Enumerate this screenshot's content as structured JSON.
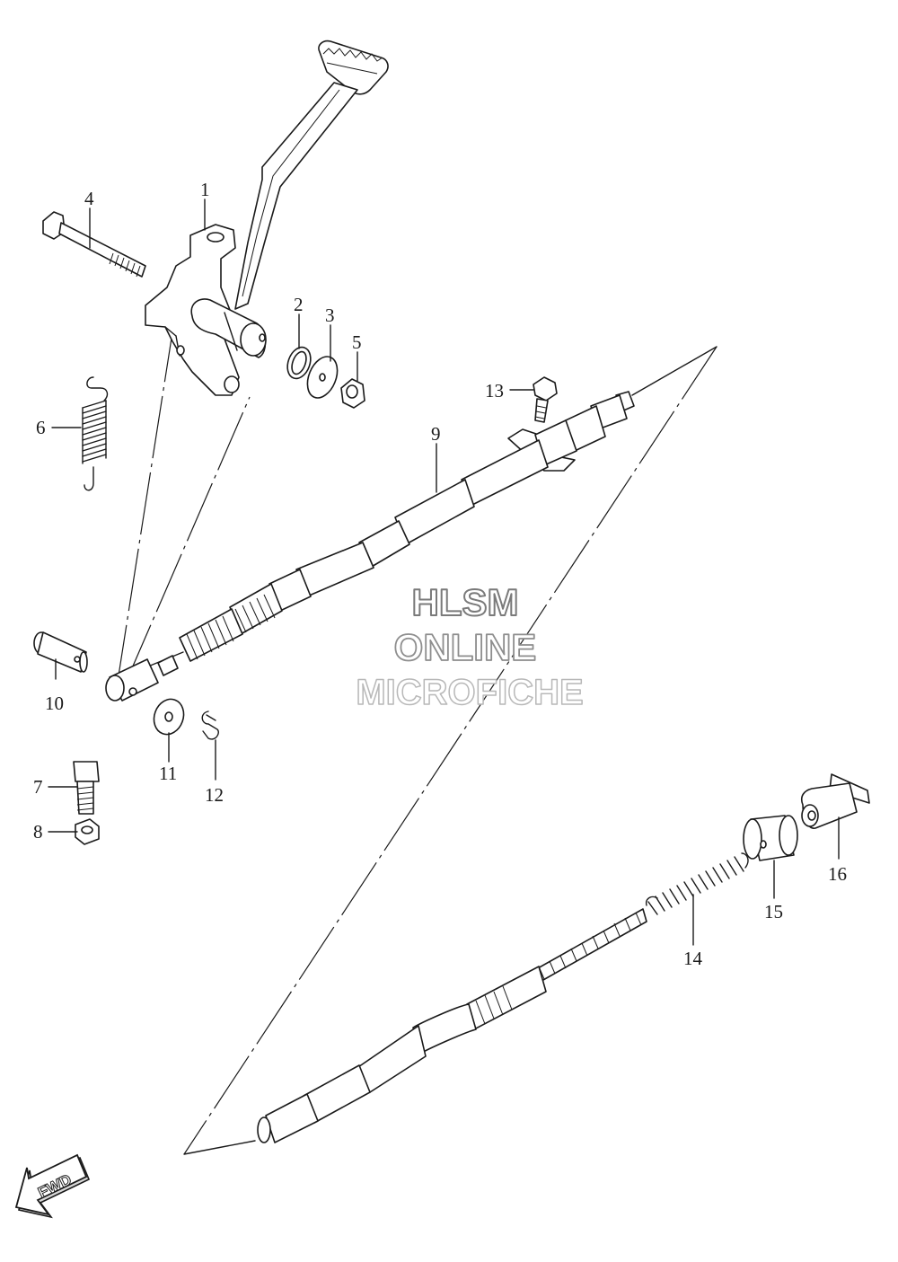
{
  "callouts": [
    {
      "id": "1",
      "label": "1"
    },
    {
      "id": "2",
      "label": "2"
    },
    {
      "id": "3",
      "label": "3"
    },
    {
      "id": "4",
      "label": "4"
    },
    {
      "id": "5",
      "label": "5"
    },
    {
      "id": "6",
      "label": "6"
    },
    {
      "id": "7",
      "label": "7"
    },
    {
      "id": "8",
      "label": "8"
    },
    {
      "id": "9",
      "label": "9"
    },
    {
      "id": "10",
      "label": "10"
    },
    {
      "id": "11",
      "label": "11"
    },
    {
      "id": "12",
      "label": "12"
    },
    {
      "id": "13",
      "label": "13"
    },
    {
      "id": "14",
      "label": "14"
    },
    {
      "id": "15",
      "label": "15"
    },
    {
      "id": "16",
      "label": "16"
    }
  ],
  "watermark": {
    "line1": "HLSM",
    "line2": "ONLINE",
    "line3": "MICROFICHE"
  },
  "direction_arrow": {
    "label": "FWD"
  },
  "colors": {
    "ink": "#1a1a1a",
    "background": "#ffffff",
    "watermark_outline": "#7a7a7a"
  }
}
